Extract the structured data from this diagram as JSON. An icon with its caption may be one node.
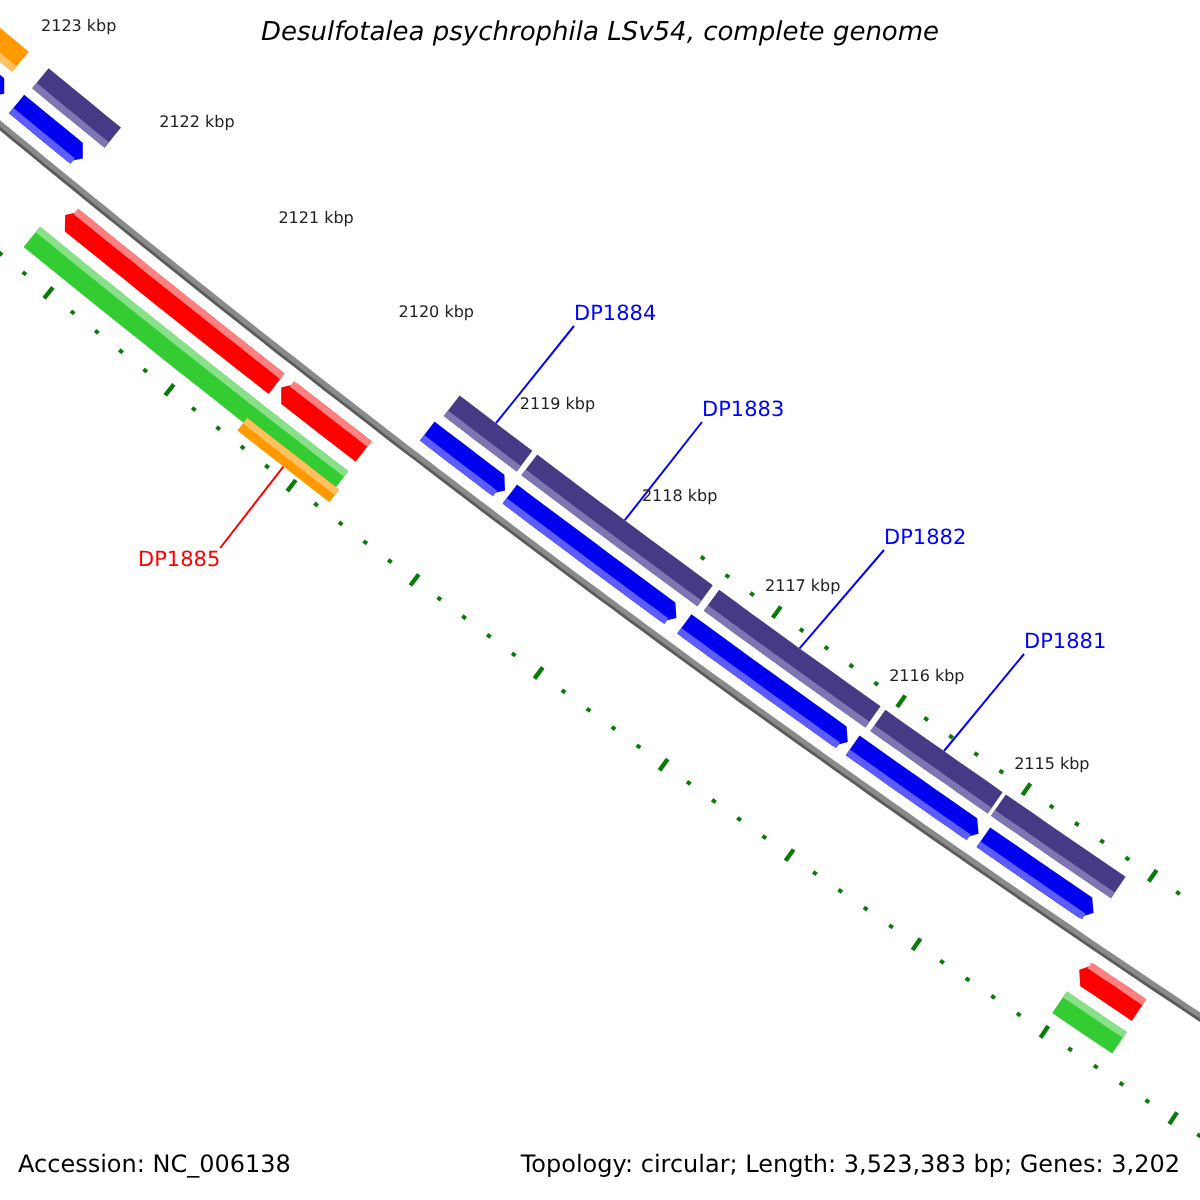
{
  "diagram": {
    "title": "Desulfotalea psychrophila LSv54, complete genome",
    "nodes": [
      {
        "text": [
          "DP1884"
        ]
      },
      {
        "text": [
          "DP1883"
        ]
      },
      {
        "text": [
          "DP1882"
        ]
      },
      {
        "text": [
          "DP1881"
        ]
      },
      {
        "text": [
          "DP1885"
        ]
      },
      {
        "text": [],
        "shape": "bar"
      },
      {
        "text": [],
        "shape": "bar"
      },
      {
        "text": [],
        "shape": "bar"
      },
      {
        "text": [],
        "shape": "bar"
      },
      {
        "text": [],
        "shape": "bar"
      },
      {
        "text": [],
        "shape": "bar"
      },
      {
        "text": [],
        "shape": "bar"
      },
      {
        "text": [],
        "shape": "bar"
      },
      {
        "text": [],
        "shape": "bar"
      },
      {
        "text": [],
        "shape": "bar"
      },
      {
        "text": [],
        "shape": "bar"
      },
      {
        "text": [],
        "shape": "bar"
      },
      {
        "text": [],
        "shape": "bar"
      },
      {
        "text": [],
        "shape": "bar"
      },
      {
        "text": [],
        "shape": "bar"
      },
      {
        "text": [],
        "shape": "bar"
      },
      {
        "text": [],
        "shape": "bar"
      },
      {
        "text": [],
        "shape": "bar"
      },
      {
        "text": [],
        "shape": "bar"
      },
      {
        "text": [],
        "shape": "bar"
      }
    ],
    "edges": [
      {
        "from": 0,
        "to": 14,
        "arrow": "none"
      },
      {
        "from": 1,
        "to": 15,
        "arrow": "none"
      },
      {
        "from": 2,
        "to": 18,
        "arrow": "none"
      },
      {
        "from": 3,
        "to": 20,
        "arrow": "none"
      },
      {
        "from": 4,
        "to": 11,
        "arrow": "none",
        "color": "#ff0000"
      }
    ],
    "labels": [
      "2123 kbp",
      "2122 kbp",
      "2121 kbp",
      "2120 kbp",
      "2119 kbp",
      "2118 kbp",
      "2117 kbp",
      "2116 kbp",
      "2115 kbp",
      "Accession: NC_006138",
      "Topology: circular; Length: 3,523,383 bp; Genes: 3,202"
    ]
  }
}
